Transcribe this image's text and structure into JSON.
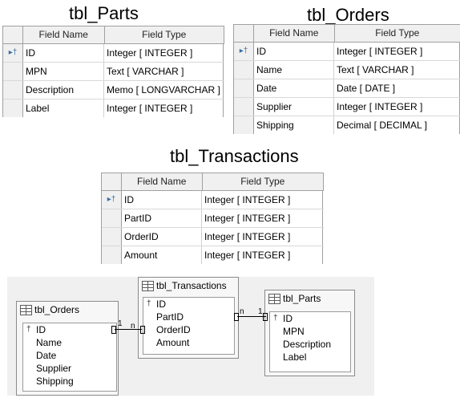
{
  "titles": {
    "parts": "tbl_Parts",
    "orders": "tbl_Orders",
    "transactions": "tbl_Transactions"
  },
  "grid_headers": {
    "field_name": "Field Name",
    "field_type": "Field Type"
  },
  "parts_fields": [
    {
      "name": "ID",
      "type": "Integer [ INTEGER ]",
      "key": true
    },
    {
      "name": "MPN",
      "type": "Text [ VARCHAR ]",
      "key": false
    },
    {
      "name": "Description",
      "type": "Memo [ LONGVARCHAR ]",
      "key": false
    },
    {
      "name": "Label",
      "type": "Integer [ INTEGER ]",
      "key": false
    }
  ],
  "orders_fields": [
    {
      "name": "ID",
      "type": "Integer [ INTEGER ]",
      "key": true
    },
    {
      "name": "Name",
      "type": "Text [ VARCHAR ]",
      "key": false
    },
    {
      "name": "Date",
      "type": "Date [ DATE ]",
      "key": false
    },
    {
      "name": "Supplier",
      "type": "Integer [ INTEGER ]",
      "key": false
    },
    {
      "name": "Shipping",
      "type": "Decimal [ DECIMAL ]",
      "key": false
    }
  ],
  "transactions_fields": [
    {
      "name": "ID",
      "type": "Integer [ INTEGER ]",
      "key": true
    },
    {
      "name": "PartID",
      "type": "Integer [ INTEGER ]",
      "key": false
    },
    {
      "name": "OrderID",
      "type": "Integer [ INTEGER ]",
      "key": false
    },
    {
      "name": "Amount",
      "type": "Integer [ INTEGER ]",
      "key": false
    }
  ],
  "relations": {
    "orders_box": {
      "title": "tbl_Orders",
      "fields": [
        "ID",
        "Name",
        "Date",
        "Supplier",
        "Shipping"
      ]
    },
    "transactions_box": {
      "title": "tbl_Transactions",
      "fields": [
        "ID",
        "PartID",
        "OrderID",
        "Amount"
      ]
    },
    "parts_box": {
      "title": "tbl_Parts",
      "fields": [
        "ID",
        "MPN",
        "Description",
        "Label"
      ]
    },
    "left_one": "1",
    "left_many": "n",
    "right_many": "n",
    "right_one": "1"
  },
  "icons": {
    "row_indicator": "record-pointer-key-icon",
    "primary_key": "key-icon",
    "table": "table-icon"
  }
}
